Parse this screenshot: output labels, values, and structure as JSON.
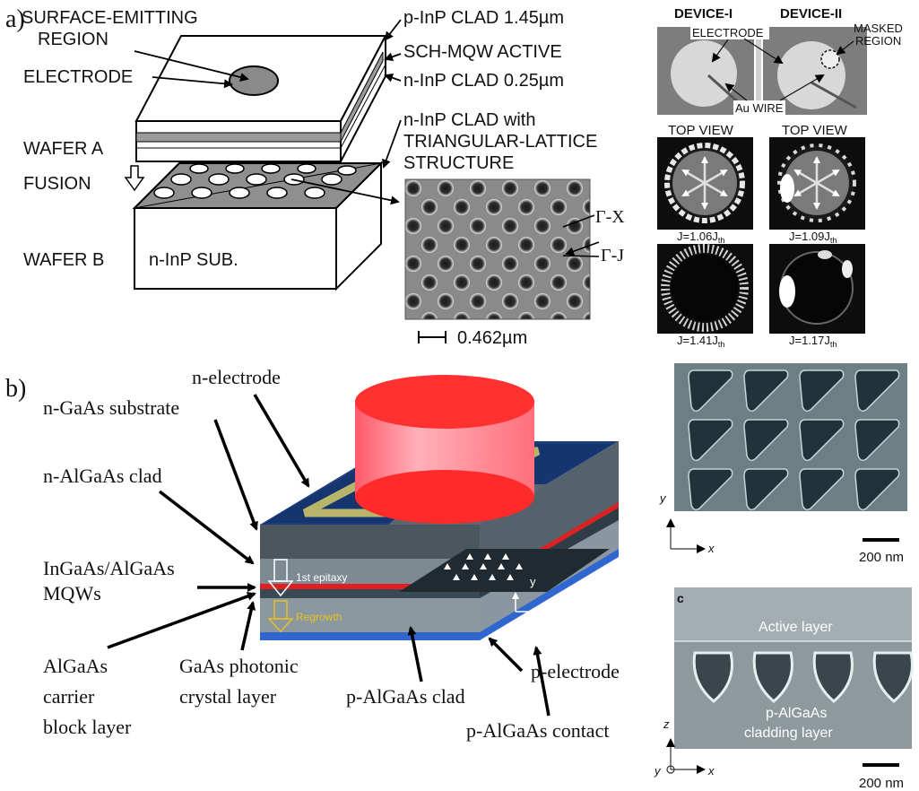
{
  "panel_a": {
    "tag": "a)",
    "labels": {
      "surface_emitting_1": "SURFACE-EMITTING",
      "surface_emitting_2": "REGION",
      "electrode": "ELECTRODE",
      "wafer_a": "WAFER A",
      "fusion": "FUSION",
      "wafer_b": "WAFER B",
      "substrate": "n-InP SUB.",
      "p_clad": "p-InP CLAD 1.45µm",
      "sch_mqw": "SCH-MQW ACTIVE",
      "n_clad": "n-InP CLAD 0.25µm",
      "lattice_1": "n-InP CLAD with",
      "lattice_2": "TRIANGULAR-LATTICE",
      "lattice_3": "STRUCTURE",
      "gamma_x": "Γ-X",
      "gamma_j": "Γ-J",
      "scale": "0.462µm"
    },
    "devices": {
      "device_1": "DEVICE-I",
      "device_2": "DEVICE-II",
      "electrode": "ELECTRODE",
      "masked_1": "MASKED",
      "masked_2": "REGION",
      "au_wire": "Au WIRE",
      "top_view_1": "TOP VIEW",
      "top_view_2": "TOP VIEW",
      "j1_val": "J=1.06J",
      "j2_val": "J=1.09J",
      "j3_val": "J=1.41J",
      "j4_val": "J=1.17J",
      "j_sub": "th"
    }
  },
  "panel_b": {
    "tag": "b)",
    "labels": {
      "n_electrode": "n-electrode",
      "n_gaas_sub": "n-GaAs substrate",
      "n_algaas_clad": "n-AlGaAs clad",
      "mqw_1": "InGaAs/AlGaAs",
      "mqw_2": "MQWs",
      "block_1": "AlGaAs",
      "block_2": "carrier",
      "block_3": "block layer",
      "pc_1": "GaAs photonic",
      "pc_2": "crystal  layer",
      "p_clad": "p-AlGaAs clad",
      "p_electrode": "p-electrode",
      "p_contact": "p-AlGaAs contact",
      "epitaxy": "1st epitaxy",
      "regrowth": "Regrowth",
      "axis_x": "x",
      "axis_y": "y"
    },
    "sem_top": {
      "axis_y": "y",
      "axis_x": "x",
      "scale": "200 nm"
    },
    "sem_bottom": {
      "tag": "c",
      "active": "Active layer",
      "clad_1": "p-AlGaAs",
      "clad_2": "cladding layer",
      "axis_z": "z",
      "axis_y": "y",
      "axis_x": "x",
      "scale": "200 nm"
    }
  }
}
